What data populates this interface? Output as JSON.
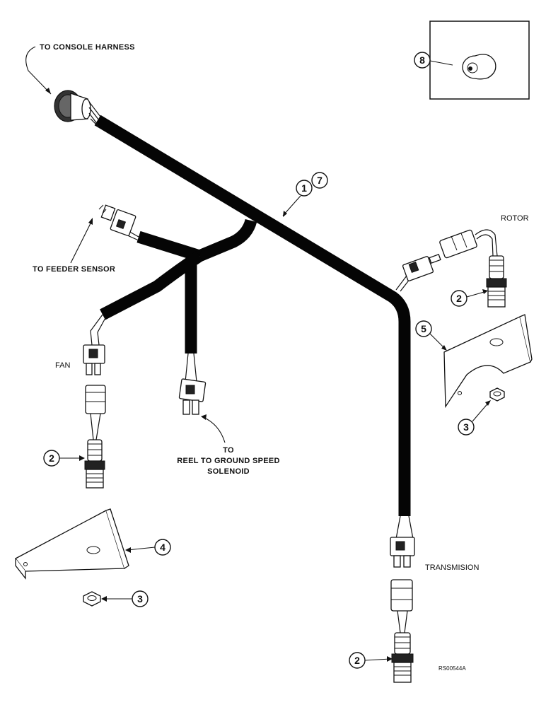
{
  "labels": {
    "console_harness": "TO CONSOLE HARNESS",
    "feeder_sensor": "TO FEEDER SENSOR",
    "fan": "FAN",
    "reel_line1": "TO",
    "reel_line2": "REEL TO GROUND SPEED",
    "reel_line3": "SOLENOID",
    "rotor": "ROTOR",
    "transmission": "TRANSMISION",
    "figure_code": "RS00544A"
  },
  "callouts": {
    "harness_a": "1",
    "harness_b": "7",
    "grommet": "8",
    "rotor_sensor": "2",
    "bracket_right": "5",
    "nut_right": "3",
    "fan_sensor": "2",
    "bracket_left": "4",
    "nut_left": "3",
    "transmission_sensor": "2"
  },
  "colors": {
    "ink": "#111111",
    "harness": "#050505",
    "background": "#ffffff"
  }
}
